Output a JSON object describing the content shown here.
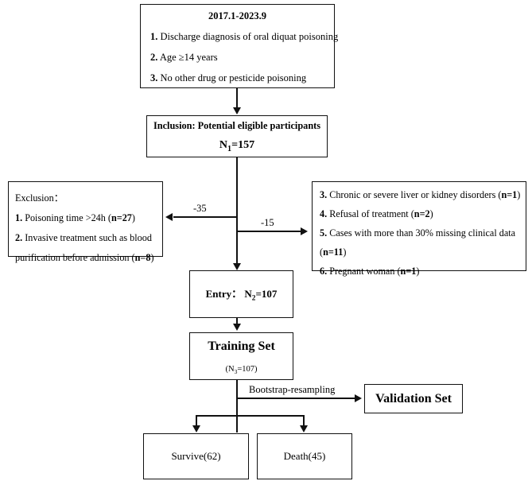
{
  "diagram": {
    "title": "Study participant flow diagram",
    "colors": {
      "stroke": "#111111",
      "background": "#ffffff",
      "text": "#000000"
    }
  },
  "criteria_box": {
    "header": "2017.1-2023.9",
    "items": [
      {
        "num": "1.",
        "text": "Discharge diagnosis of oral diquat poisoning"
      },
      {
        "num": "2.",
        "text": "Age ≥14 years"
      },
      {
        "num": "3.",
        "text": "No other drug or pesticide poisoning"
      }
    ]
  },
  "inclusion_box": {
    "title": "Inclusion: Potential eligible participants",
    "count_label": "N",
    "count_sub": "1",
    "count_value": "=157"
  },
  "exclusion_left_box": {
    "header": "Exclusion：",
    "items": [
      {
        "num": "1.",
        "text": "Poisoning time >24h (",
        "bold": "n=27",
        "tail": ")"
      },
      {
        "num": "2.",
        "text": "Invasive treatment such as blood"
      },
      {
        "num": "",
        "text": "purification before admission (",
        "bold": "n=8",
        "tail": ")"
      }
    ]
  },
  "exclusion_right_box": {
    "items": [
      {
        "num": "3.",
        "text": "Chronic or severe liver or kidney disorders (",
        "bold": "n=1",
        "tail": ")"
      },
      {
        "num": "4.",
        "text": "Refusal of treatment (",
        "bold": "n=2",
        "tail": ")"
      },
      {
        "num": "5.",
        "text": "Cases with more than 30% missing clinical data"
      },
      {
        "num": "",
        "text": "(",
        "bold": "n=11",
        "tail": ")"
      },
      {
        "num": "6.",
        "text": "Pregnant woman (",
        "bold": "n=1",
        "tail": ")"
      }
    ]
  },
  "entry_box": {
    "label": "Entry：",
    "count_label": "N",
    "count_sub": "2",
    "count_value": "=107"
  },
  "training_box": {
    "title": "Training Set",
    "count_prefix": "(N",
    "count_sub": "3",
    "count_value": "=107)"
  },
  "validation_box": {
    "title": "Validation Set"
  },
  "outcome_boxes": {
    "survive": "Survive(62)",
    "death": "Death(45)"
  },
  "edge_labels": {
    "exclusion_left": "-35",
    "exclusion_right": "-15",
    "bootstrap": "Bootstrap-resampling"
  },
  "chart_data": {
    "type": "flowchart",
    "title": "Participant selection flow",
    "nodes": [
      {
        "id": "criteria",
        "label": "2017.1-2023.9 inclusion criteria",
        "n": null
      },
      {
        "id": "inclusion",
        "label": "Inclusion: Potential eligible participants",
        "n": 157
      },
      {
        "id": "exclusion_left",
        "label": "Exclusion 1-2",
        "n": 35
      },
      {
        "id": "exclusion_right",
        "label": "Exclusion 3-6",
        "n": 15
      },
      {
        "id": "entry",
        "label": "Entry",
        "n": 107
      },
      {
        "id": "training",
        "label": "Training Set",
        "n": 107
      },
      {
        "id": "validation",
        "label": "Validation Set",
        "n": null
      },
      {
        "id": "survive",
        "label": "Survive",
        "n": 62
      },
      {
        "id": "death",
        "label": "Death",
        "n": 45
      }
    ],
    "edges": [
      {
        "from": "criteria",
        "to": "inclusion",
        "label": ""
      },
      {
        "from": "inclusion",
        "to": "exclusion_left",
        "label": "-35"
      },
      {
        "from": "inclusion",
        "to": "exclusion_right",
        "label": "-15"
      },
      {
        "from": "inclusion",
        "to": "entry",
        "label": ""
      },
      {
        "from": "entry",
        "to": "training",
        "label": ""
      },
      {
        "from": "training",
        "to": "validation",
        "label": "Bootstrap-resampling"
      },
      {
        "from": "training",
        "to": "survive",
        "label": ""
      },
      {
        "from": "training",
        "to": "death",
        "label": ""
      }
    ],
    "exclusion_counts": {
      "n_27": 27,
      "n_8": 8,
      "n_1_liver": 1,
      "n_2_refusal": 2,
      "n_11_missing": 11,
      "n_1_pregnant": 1
    }
  }
}
